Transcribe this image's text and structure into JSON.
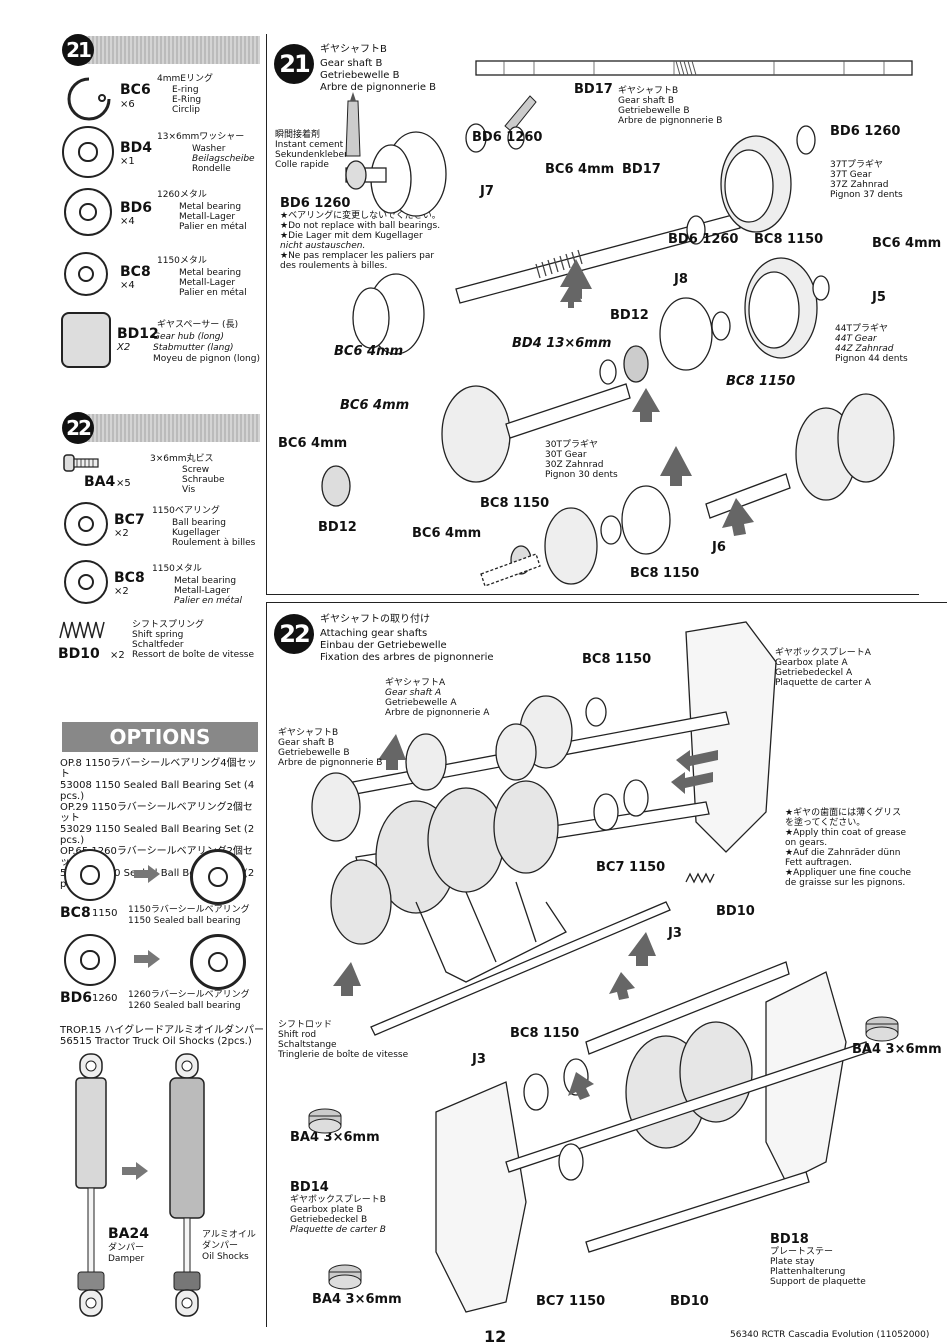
{
  "left_page_number": "12",
  "footer_right": "56340 RCTR Cascadia Evolution (11052000)",
  "step21_bag": {
    "number": "21",
    "parts": [
      {
        "code": "BC6",
        "qty": "×6",
        "jp": "4mmEリング",
        "en": "E-ring",
        "de": "E-Ring",
        "fr": "Circlip"
      },
      {
        "code": "BD4",
        "qty": "×1",
        "jp": "13×6mmワッシャー",
        "en": "Washer",
        "de": "Beilagscheibe",
        "fr": "Rondelle"
      },
      {
        "code": "BD6",
        "qty": "×4",
        "jp": "1260メタル",
        "en": "Metal bearing",
        "de": "Metall-Lager",
        "fr": "Palier en métal"
      },
      {
        "code": "BC8",
        "qty": "×4",
        "jp": "1150メタル",
        "en": "Metal bearing",
        "de": "Metall-Lager",
        "fr": "Palier en métal"
      },
      {
        "code": "BD12",
        "qty": "X2",
        "jp": "ギヤスペーサー (長)",
        "en": "Gear hub (long)",
        "de": "Stabmutter (lang)",
        "fr": "Moyeu de pignon (long)"
      }
    ]
  },
  "step22_bag": {
    "number": "22",
    "parts": [
      {
        "code": "BA4",
        "qty": "×5",
        "jp": "3×6mm丸ビス",
        "en": "Screw",
        "de": "Schraube",
        "fr": "Vis"
      },
      {
        "code": "BC7",
        "qty": "×2",
        "jp": "1150ベアリング",
        "en": "Ball bearing",
        "de": "Kugellager",
        "fr": "Roulement à billes"
      },
      {
        "code": "BC8",
        "qty": "×2",
        "jp": "1150メタル",
        "en": "Metal bearing",
        "de": "Metall-Lager",
        "fr": "Palier en métal"
      },
      {
        "code": "BD10",
        "qty": "×2",
        "jp": "シフトスプリング",
        "en": "Shift spring",
        "de": "Schaltfeder",
        "fr": "Ressort de boîte de vitesse"
      }
    ]
  },
  "options": {
    "title": "OPTIONS",
    "items": [
      "OP.8 1150ラバーシールベアリング4個セット",
      "53008 1150 Sealed Ball Bearing Set (4 pcs.)",
      "OP.29 1150ラバーシールベアリング2個セット",
      "53029 1150 Sealed Ball Bearing Set (2 pcs.)",
      "OP.65 1260ラバーシールベアリング2個セット",
      "53065 1260 Sealed Ball Bearing Set (2 pcs.)"
    ],
    "bc8": {
      "code": "BC8",
      "size": "1150",
      "jp": "1150ラバーシールベアリング",
      "en": "1150 Sealed ball bearing"
    },
    "bd6": {
      "code": "BD6",
      "size": "1260",
      "jp": "1260ラバーシールベアリング",
      "en": "1260 Sealed ball bearing"
    },
    "trop_jp": "TROP.15 ハイグレードアルミオイルダンパー",
    "trop_en": "56515 Tractor Truck Oil Shocks (2pcs.)",
    "ba24": {
      "code": "BA24",
      "jp": "ダンパー",
      "en": "Damper"
    },
    "alu": {
      "jp1": "アルミオイル",
      "jp2": "ダンパー",
      "en": "Oil Shocks"
    }
  },
  "step21": {
    "number": "21",
    "title_jp": "ギヤシャフトB",
    "title_en": "Gear shaft B",
    "title_de": "Getriebewelle B",
    "title_fr": "Arbre de pignonnerie B",
    "cement": [
      "瞬間接着剤",
      "Instant cement",
      "Sekundenkleber",
      "Colle rapide"
    ],
    "bd6_note": [
      "BD6 1260",
      "★ベアリングに変更しないでください。",
      "★Do not replace with ball bearings.",
      "★Die Lager mit dem Kugellager",
      "nicht austauschen.",
      "★Ne pas remplacer les paliers par",
      "des roulements à billes."
    ],
    "bd17": {
      "code": "BD17",
      "jp": "ギヤシャフトB",
      "en": "Gear shaft B",
      "de": "Getriebewelle B",
      "fr": "Arbre de pignonnerie B"
    },
    "gear37": [
      "37Tプラギヤ",
      "37T Gear",
      "37Z Zahnrad",
      "Pignon 37 dents"
    ],
    "gear44": [
      "44Tプラギヤ",
      "44T Gear",
      "44Z Zahnrad",
      "Pignon 44 dents"
    ],
    "gear30": [
      "30Tプラギヤ",
      "30T Gear",
      "30Z Zahnrad",
      "Pignon 30 dents"
    ],
    "labels": {
      "bd6a": "BD6 1260",
      "bd6b": "BD6 1260",
      "bd6c": "BD6 1260",
      "bc6a": "BC6 4mm",
      "bd17b": "BD17",
      "j7": "J7",
      "bc8a": "BC8 1150",
      "bc6b": "BC6 4mm",
      "j5": "J5",
      "j8": "J8",
      "bd12": "BD12",
      "bd4": "BD4 13×6mm",
      "bc8b": "BC8 1150",
      "bc6c": "BC6 4mm",
      "bc6d": "BC6 4mm",
      "bc6e": "BC6 4mm",
      "bd12b": "BD12",
      "bc8c": "BC8 1150",
      "bc6f": "BC6 4mm",
      "j6": "J6",
      "bc8d": "BC8 1150"
    }
  },
  "step22": {
    "number": "22",
    "title_jp": "ギヤシャフトの取り付け",
    "title_en": "Attaching gear shafts",
    "title_de": "Einbau der Getriebewelle",
    "title_fr": "Fixation des arbres de pignonnerie",
    "gear_shaft_a": [
      "ギヤシャフトA",
      "Gear shaft A",
      "Getriebewelle A",
      "Arbre de pignonnerie A"
    ],
    "gear_shaft_b": [
      "ギヤシャフトB",
      "Gear shaft B",
      "Getriebewelle B",
      "Arbre de pignonnerie B"
    ],
    "gearbox_a": [
      "ギヤボックスプレートA",
      "Gearbox plate A",
      "Getriebedeckel A",
      "Plaquette de carter A"
    ],
    "grease": [
      "★ギヤの歯面には薄くグリス",
      "を塗ってください。",
      "★Apply thin coat of grease",
      "on gears.",
      "★Auf die Zahnräder dünn",
      "Fett auftragen.",
      "★Appliquer une fine couche",
      "de graisse sur les pignons."
    ],
    "shift_rod": [
      "シフトロッド",
      "Shift rod",
      "Schaltstange",
      "Tringlerie de boîte de vitesse"
    ],
    "bd14": [
      "BD14",
      "ギヤボックスプレートB",
      "Gearbox plate B",
      "Getriebedeckel B",
      "Plaquette de carter B"
    ],
    "bd18": [
      "BD18",
      "プレートステー",
      "Plate stay",
      "Plattenhalterung",
      "Support de plaquette"
    ],
    "labels": {
      "bc8a": "BC8 1150",
      "bc7a": "BC7 1150",
      "bd10a": "BD10",
      "j3a": "J3",
      "bc8b": "BC8 1150",
      "j3b": "J3",
      "ba4a": "BA4 3×6mm",
      "ba4b": "BA4 3×6mm",
      "ba4c": "BA4 3×6mm",
      "bc7b": "BC7 1150",
      "bd10b": "BD10"
    }
  }
}
